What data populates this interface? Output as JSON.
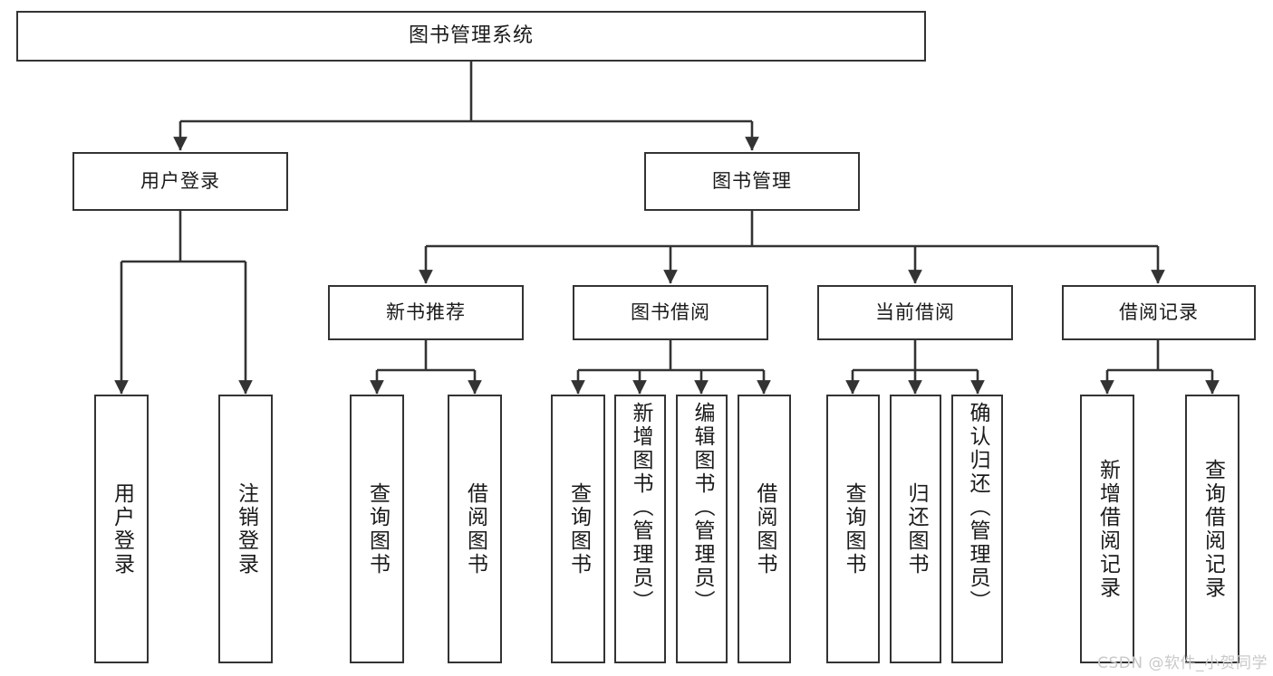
{
  "diagram": {
    "title": "图书管理系统",
    "stroke_color": "#333333",
    "background_color": "#ffffff",
    "text_color": "#1a1a1a",
    "watermark": "CSDN @软件_小贺同学",
    "watermark_color": "#c9c9c9"
  },
  "root": {
    "label": "图书管理系统"
  },
  "level2": [
    {
      "label": "用户登录"
    },
    {
      "label": "图书管理"
    }
  ],
  "level3": [
    {
      "label": "新书推荐"
    },
    {
      "label": "图书借阅"
    },
    {
      "label": "当前借阅"
    },
    {
      "label": "借阅记录"
    }
  ],
  "leaves": {
    "user_login": [
      {
        "label": "用户登录"
      },
      {
        "label": "注销登录"
      }
    ],
    "new_book": [
      {
        "label": "查询图书"
      },
      {
        "label": "借阅图书"
      }
    ],
    "book_borrow": [
      {
        "label": "查询图书"
      },
      {
        "label": "新增图书（管理员）"
      },
      {
        "label": "编辑图书（管理员）"
      },
      {
        "label": "借阅图书"
      }
    ],
    "current_borrow": [
      {
        "label": "查询图书"
      },
      {
        "label": "归还图书"
      },
      {
        "label": "确认归还（管理员）"
      }
    ],
    "borrow_record": [
      {
        "label": "新增借阅记录"
      },
      {
        "label": "查询借阅记录"
      }
    ]
  }
}
